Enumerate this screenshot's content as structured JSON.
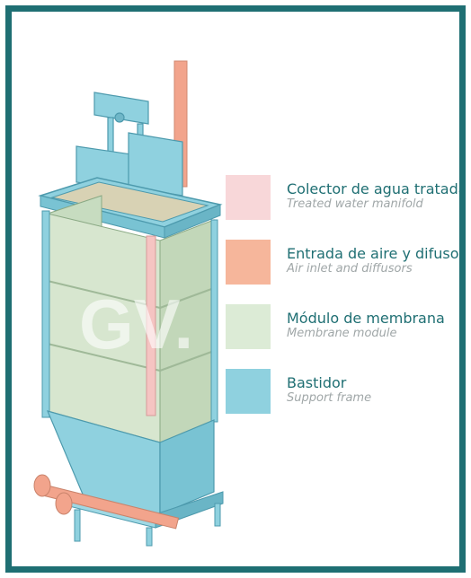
{
  "colors": {
    "border": "#1f6f73",
    "text_primary": "#1f6f73",
    "text_secondary": "#a0a7a8",
    "treated_water_manifold": "#f8d7d9",
    "air_inlet_diffusers": "#f6b69b",
    "membrane_module": "#dcebd6",
    "support_frame": "#8fd1df"
  },
  "watermark": "GV.",
  "legend": [
    {
      "label_es": "Colector de agua tratada",
      "label_en": "Treated water manifold",
      "swatch": "treated_water_manifold"
    },
    {
      "label_es": "Entrada de aire y difusores",
      "label_en": "Air inlet and diffusors",
      "swatch": "air_inlet_diffusers"
    },
    {
      "label_es": "Módulo de membrana",
      "label_en": "Membrane module",
      "swatch": "membrane_module"
    },
    {
      "label_es": "Bastidor",
      "label_en": "Support frame",
      "swatch": "support_frame"
    }
  ]
}
